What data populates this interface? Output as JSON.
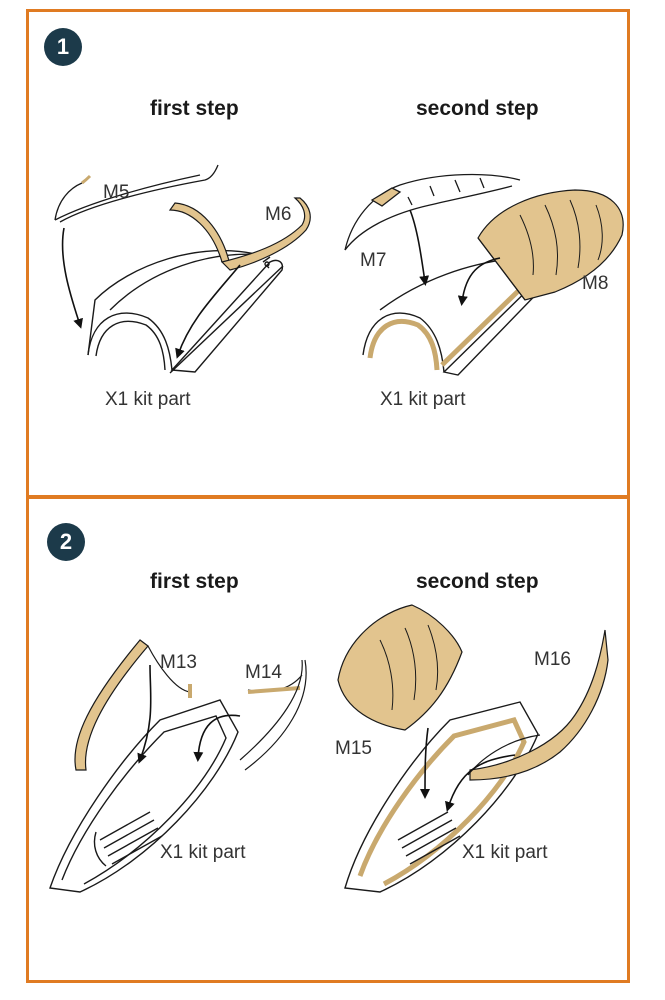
{
  "colors": {
    "frame": "#e07b22",
    "badge": "#1c3a4a",
    "film": "#e2c48e",
    "line": "#1a1a1a"
  },
  "steps": [
    {
      "number": "1",
      "first_title": "first step",
      "second_title": "second step",
      "labels": {
        "a": "M5",
        "b": "M6",
        "c": "M7",
        "d": "M8",
        "kit1": "X1 kit part",
        "kit2": "X1 kit part"
      }
    },
    {
      "number": "2",
      "first_title": "first step",
      "second_title": "second step",
      "labels": {
        "a": "M13",
        "b": "M14",
        "c": "M15",
        "d": "M16",
        "kit1": "X1 kit part",
        "kit2": "X1 kit part"
      }
    }
  ]
}
